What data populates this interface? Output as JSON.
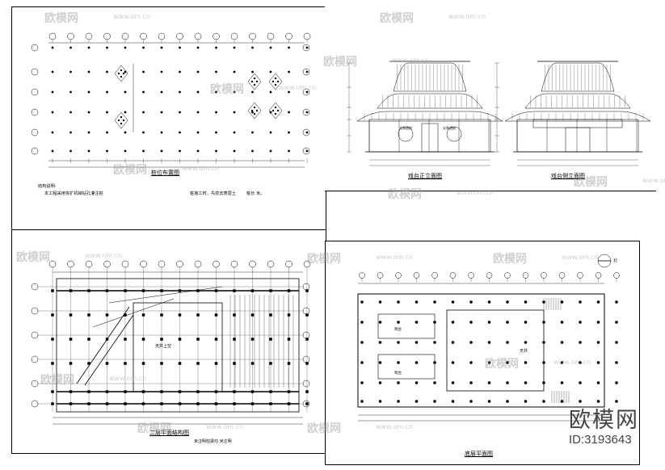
{
  "sheets": {
    "pile_plan": {
      "title": "桩位布置图",
      "notes_heading": "结构说明:",
      "notes_col1": "本工程采用夯扩机械钻孔灌注桩",
      "notes_col2": "桩施工时，先挖去表层土",
      "notes_col3": "桩长 米。"
    },
    "elevation": {
      "front_title": "戏台正立面图",
      "side_title": "戏台侧立面图",
      "plaque": "太和遗韵"
    },
    "structure": {
      "title": "二层平面结构图",
      "center_label": "天井上空",
      "note": "未注明柱梁均  米注明"
    },
    "ground": {
      "title": "底层平面图",
      "center_label": "天井",
      "room_label": "戏台",
      "north": "北"
    }
  },
  "watermark": {
    "brand": "欧模网",
    "url": "www.om.cn"
  },
  "footer": {
    "brand": "欧模网",
    "id": "ID:3193643"
  }
}
